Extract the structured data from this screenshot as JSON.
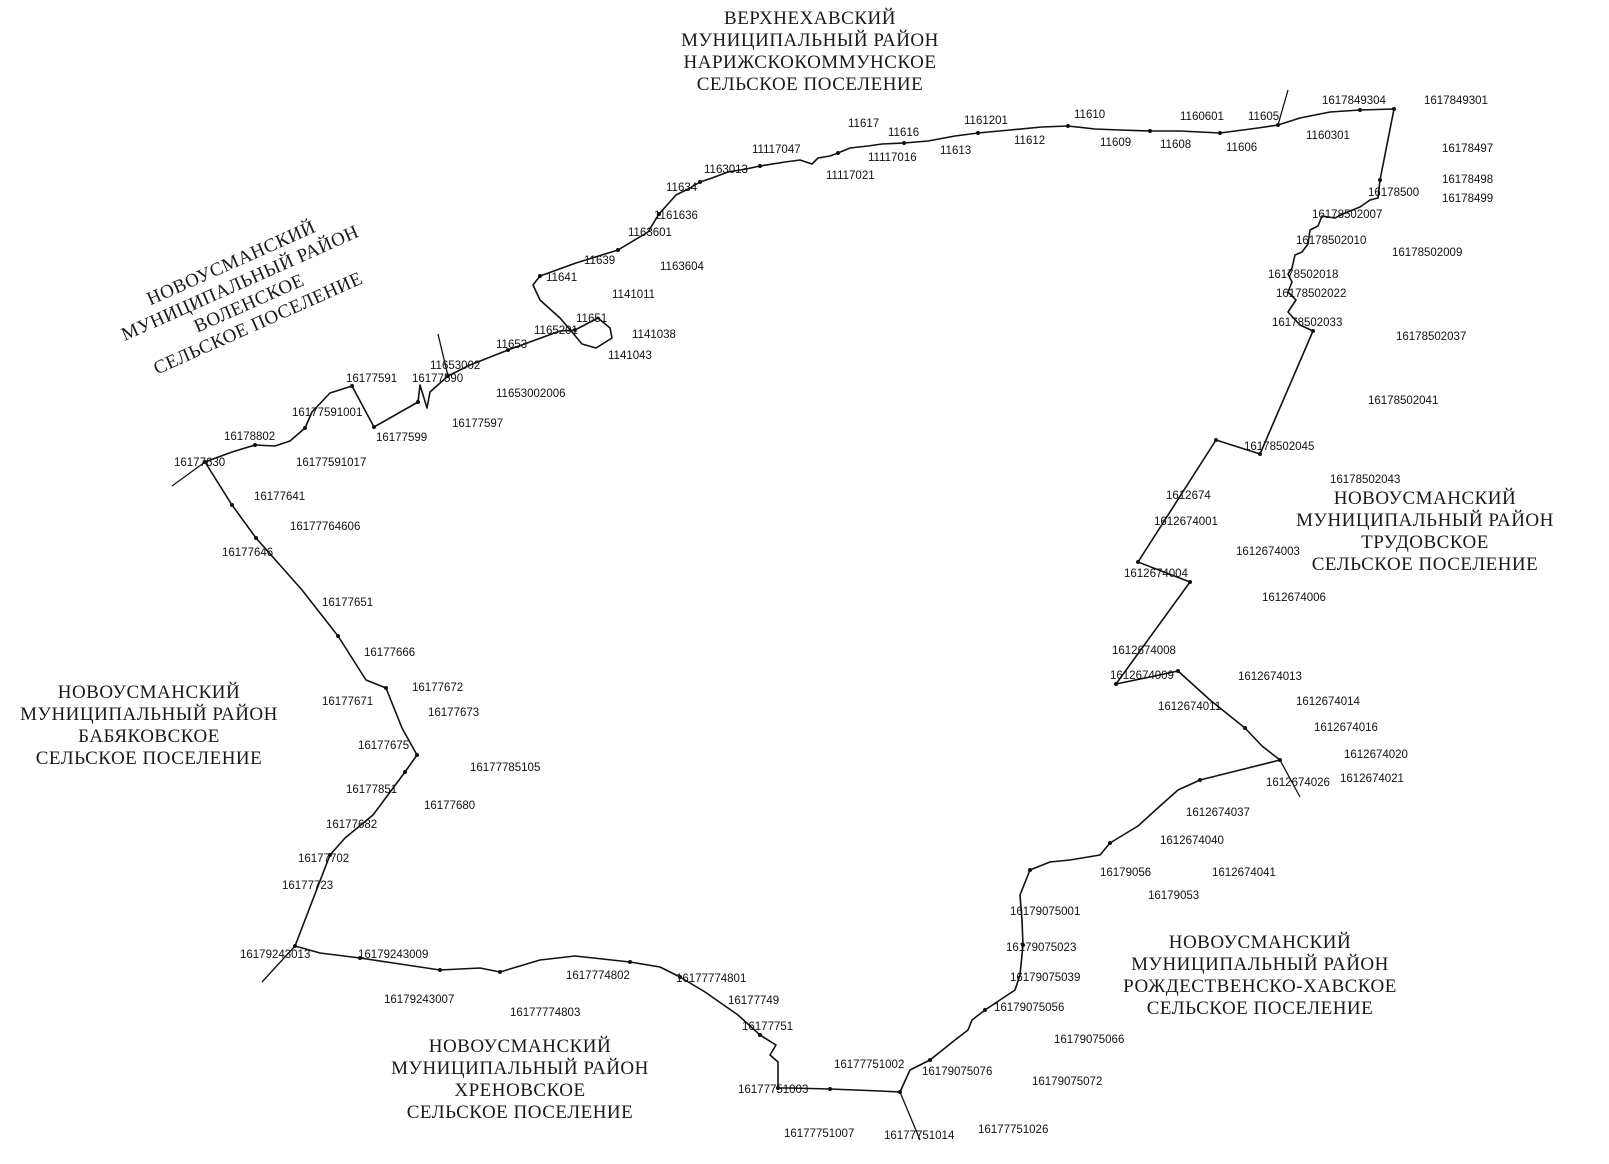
{
  "regions": {
    "north": {
      "l1": "ВЕРХНЕХАВСКИЙ",
      "l2": "МУНИЦИПАЛЬНЫЙ РАЙОН",
      "l3": "НАРИЖСКОКОММУНСКОЕ",
      "l4": "СЕЛЬСКОЕ ПОСЕЛЕНИЕ"
    },
    "northwest": {
      "l1": "НОВОУСМАНСКИЙ",
      "l2": "МУНИЦИПАЛЬНЫЙ РАЙОН",
      "l3": "ВОЛЕНСКОЕ",
      "l4": "СЕЛЬСКОЕ ПОСЕЛЕНИЕ"
    },
    "west": {
      "l1": "НОВОУСМАНСКИЙ",
      "l2": "МУНИЦИПАЛЬНЫЙ РАЙОН",
      "l3": "БАБЯКОВСКОЕ",
      "l4": "СЕЛЬСКОЕ ПОСЕЛЕНИЕ"
    },
    "east": {
      "l1": "НОВОУСМАНСКИЙ",
      "l2": "МУНИЦИПАЛЬНЫЙ РАЙОН",
      "l3": "ТРУДОВСКОЕ",
      "l4": "СЕЛЬСКОЕ ПОСЕЛЕНИЕ"
    },
    "southeast": {
      "l1": "НОВОУСМАНСКИЙ",
      "l2": "МУНИЦИПАЛЬНЫЙ РАЙОН",
      "l3": "РОЖДЕСТВЕНСКО-ХАВСКОЕ",
      "l4": "СЕЛЬСКОЕ ПОСЕЛЕНИЕ"
    },
    "south": {
      "l1": "НОВОУСМАНСКИЙ",
      "l2": "МУНИЦИПАЛЬНЫЙ РАЙОН",
      "l3": "ХРЕНОВСКОЕ",
      "l4": "СЕЛЬСКОЕ ПОСЕЛЕНИЕ"
    }
  },
  "points": [
    "11617",
    "11616",
    "1161201",
    "11610",
    "1160601",
    "11605",
    "1617849304",
    "1617849301",
    "11117047",
    "11613",
    "11612",
    "11609",
    "11608",
    "11606",
    "1160301",
    "11117016",
    "11117021",
    "1163013",
    "11634",
    "1161636",
    "1163601",
    "11639",
    "11641",
    "1163604",
    "1141011",
    "11651",
    "1165201",
    "11653",
    "11653002",
    "1141038",
    "1141043",
    "11653002006",
    "16177591",
    "16177590",
    "16177597",
    "16177599",
    "16177591001",
    "16178802",
    "16177630",
    "16177591017",
    "16177641",
    "16177764606",
    "16177646",
    "16177651",
    "16177666",
    "16177672",
    "16177671",
    "16177673",
    "16177675",
    "16177785105",
    "16177851",
    "16177680",
    "16177682",
    "16177702",
    "16177723",
    "16179243013",
    "16179243009",
    "16179243007",
    "1617774802",
    "16177774801",
    "16177774803",
    "16177749",
    "16177751",
    "16177751002",
    "16177751003",
    "16177751007",
    "16177751014",
    "16177751026",
    "16179075076",
    "16179075066",
    "16179075072",
    "16179075056",
    "16179075039",
    "16179075023",
    "16179075001",
    "16179056",
    "16179053",
    "1612674041",
    "1612674040",
    "1612674037",
    "1612674026",
    "1612674021",
    "1612674020",
    "1612674016",
    "1612674014",
    "1612674013",
    "1612674011",
    "1612674009",
    "1612674008",
    "1612674006",
    "1612674004",
    "1612674003",
    "1612674001",
    "1612674",
    "16178502045",
    "16178502043",
    "16178502041",
    "16178502037",
    "16178502033",
    "16178502022",
    "16178502018",
    "16178502010",
    "16178502009",
    "16178502007",
    "16178500",
    "16178498",
    "16178499",
    "16178497"
  ]
}
